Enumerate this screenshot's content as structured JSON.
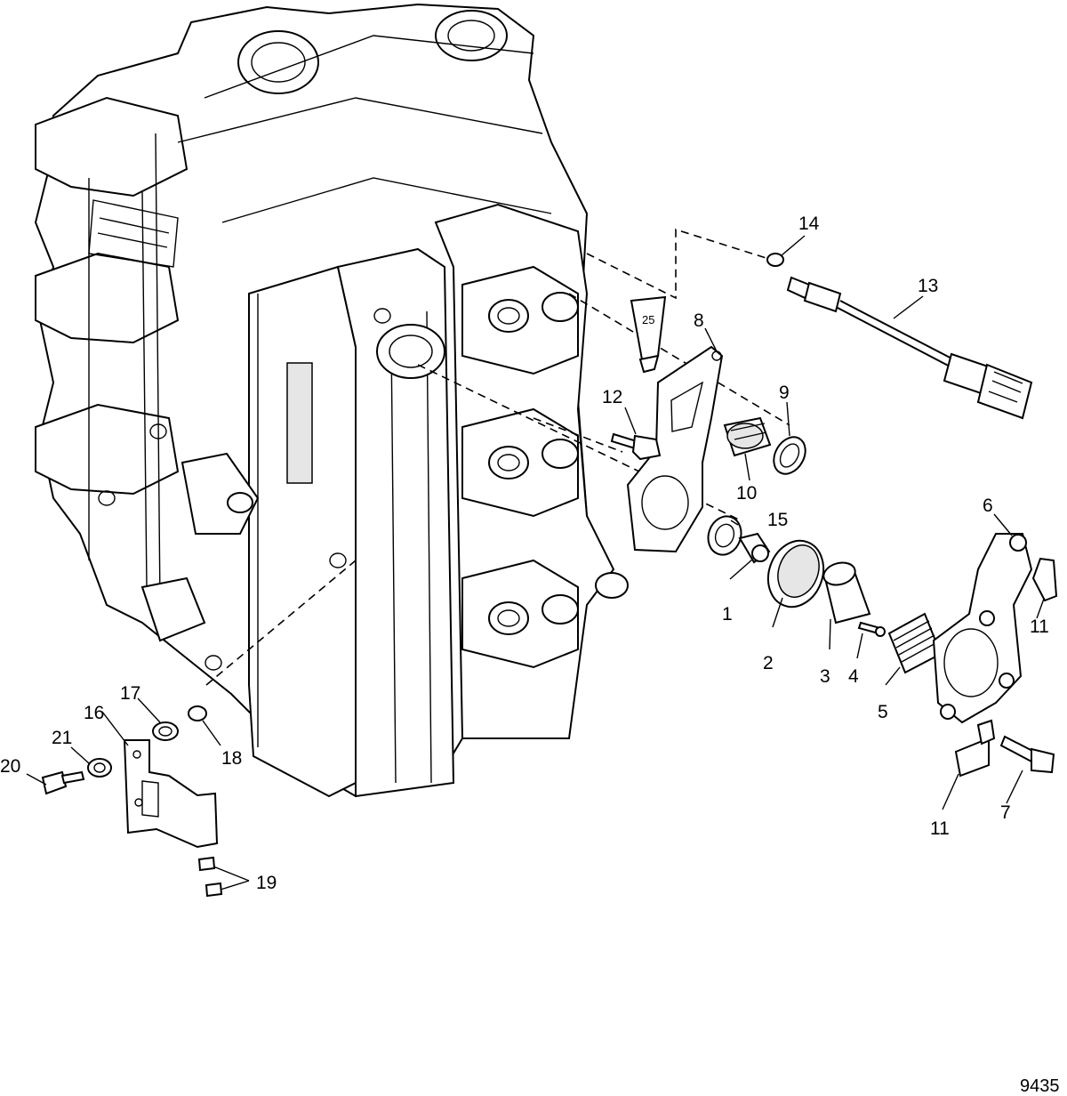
{
  "figure_number": "9435",
  "sealant_tube_label": "25",
  "callouts": [
    "1",
    "2",
    "3",
    "4",
    "5",
    "6",
    "7",
    "8",
    "9",
    "10",
    "11",
    "11",
    "12",
    "13",
    "14",
    "15",
    "16",
    "17",
    "18",
    "19",
    "20",
    "21"
  ]
}
